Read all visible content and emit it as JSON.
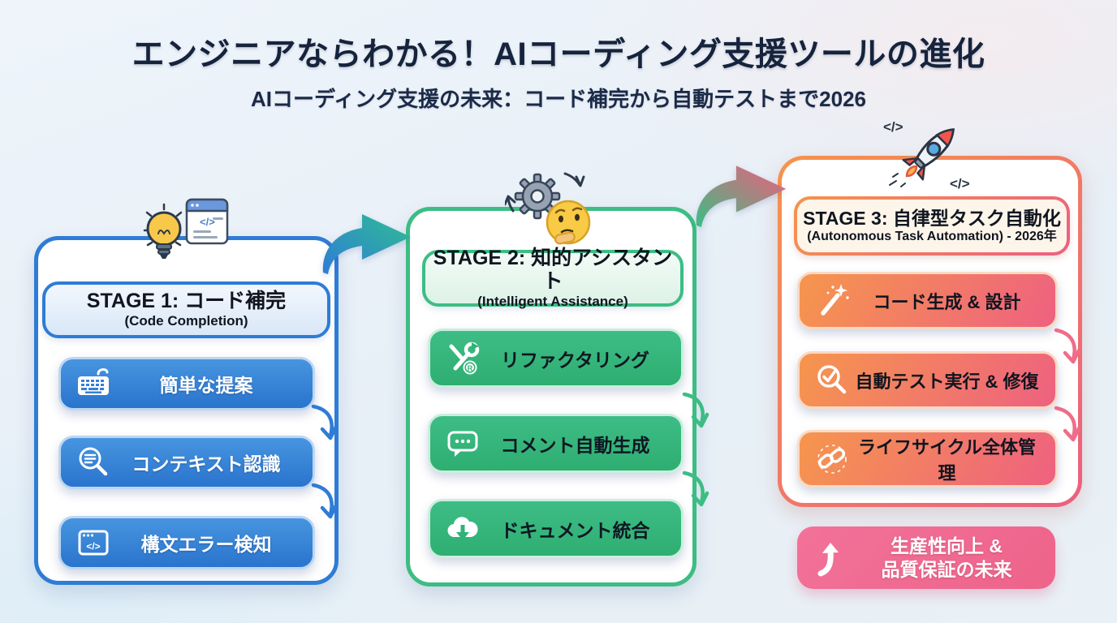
{
  "header": {
    "title": "エンジニアならわかる！AIコーディング支援ツールの進化",
    "subtitle": "AIコーディング支援の未来：コード補完から自動テストまで2026"
  },
  "stages": [
    {
      "title": "STAGE 1: コード補完",
      "subtitle": "(Code Completion)",
      "accent": "#2e7cd6",
      "decor_icon": "lightbulb-code-window-icon",
      "items": [
        {
          "label": "簡単な提案",
          "icon": "keyboard-icon"
        },
        {
          "label": "コンテキスト認識",
          "icon": "context-search-icon"
        },
        {
          "label": "構文エラー検知",
          "icon": "code-window-icon"
        }
      ]
    },
    {
      "title": "STAGE 2: 知的アシスタント",
      "subtitle": "(Intelligent Assistance)",
      "accent": "#3cbd84",
      "decor_icon": "gear-thinking-face-icon",
      "items": [
        {
          "label": "リファクタリング",
          "icon": "refactor-tools-icon"
        },
        {
          "label": "コメント自動生成",
          "icon": "comment-bubble-icon"
        },
        {
          "label": "ドキュメント統合",
          "icon": "cloud-download-icon"
        }
      ]
    },
    {
      "title": "STAGE 3: 自律型タスク自動化",
      "subtitle": "(Autonomous Task Automation) - 2026年",
      "accent_start": "#f5944c",
      "accent_end": "#ec5f80",
      "decor_icon": "rocket-code-icon",
      "items": [
        {
          "label": "コード生成 & 設計",
          "icon": "magic-wand-icon"
        },
        {
          "label": "自動テスト実行 & 修復",
          "icon": "search-check-icon"
        },
        {
          "label": "ライフサイクル全体管理",
          "icon": "chain-link-icon"
        }
      ]
    }
  ],
  "summary": {
    "line1": "生産性向上 &",
    "line2": "品質保証の未来",
    "color": "#ee6389",
    "icon": "trend-up-arrow-icon"
  },
  "arrows": {
    "stage1_to_stage2": "blue-to-teal-curved-arrow",
    "stage2_to_stage3": "green-to-pink-curved-arrow"
  }
}
